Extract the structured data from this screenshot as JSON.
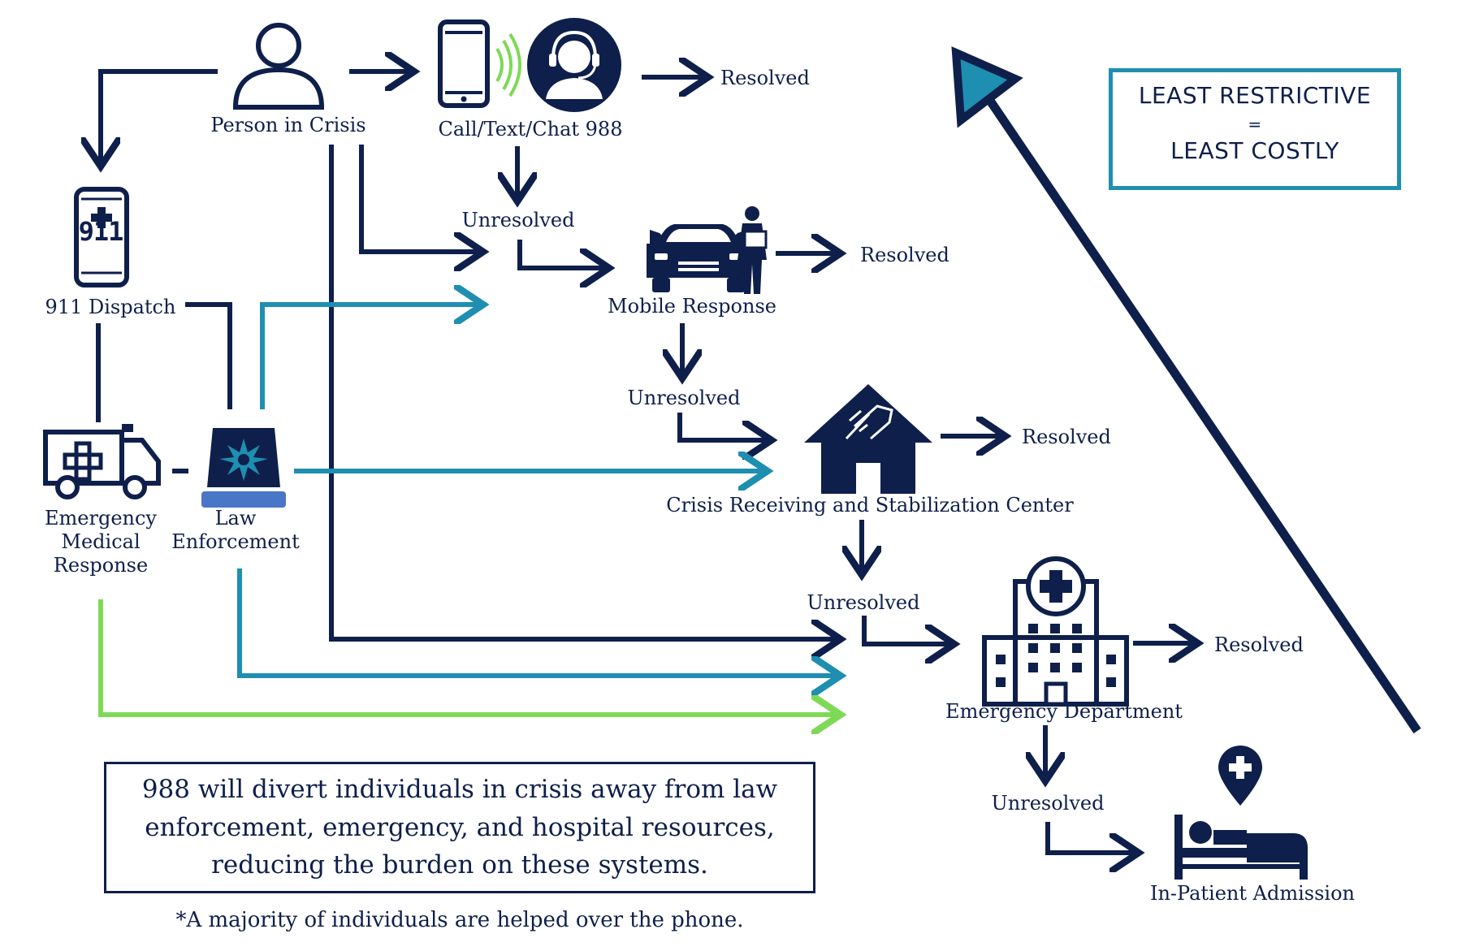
{
  "nodes": {
    "person": "Person in Crisis",
    "call": "Call/Text/Chat 988",
    "dispatch": "911 Dispatch",
    "mobile": "Mobile Response",
    "ems_line1": "Emergency",
    "ems_line2": "Medical",
    "ems_line3": "Response",
    "law_line1": "Law",
    "law_line2": "Enforcement",
    "crisis_center": "Crisis Receiving and Stabilization Center",
    "ed": "Emergency Department",
    "inpatient": "In-Patient Admission"
  },
  "outcomes": {
    "resolved": "Resolved",
    "unresolved": "Unresolved"
  },
  "icon_text": {
    "phone_911": "911"
  },
  "legend": {
    "line1": "LEAST RESTRICTIVE",
    "equals": "=",
    "line2": "LEAST COSTLY"
  },
  "note": "988 will divert individuals in crisis away from law enforcement, emergency, and hospital resources, reducing the burden on these systems.",
  "footnote": "*A majority of individuals are helped over the phone.",
  "colors": {
    "navy": "#0f1f4b",
    "teal": "#1e8fb0",
    "green": "#7ed957",
    "white": "#ffffff"
  },
  "icons": [
    "person-icon",
    "smartphone-icon",
    "headset-agent-icon",
    "phone-911-icon",
    "car-icon",
    "responder-icon",
    "ambulance-icon",
    "police-siren-icon",
    "house-hands-icon",
    "hospital-icon",
    "location-pin-plus-icon",
    "hospital-bed-icon",
    "arrow-triangle-icon"
  ]
}
